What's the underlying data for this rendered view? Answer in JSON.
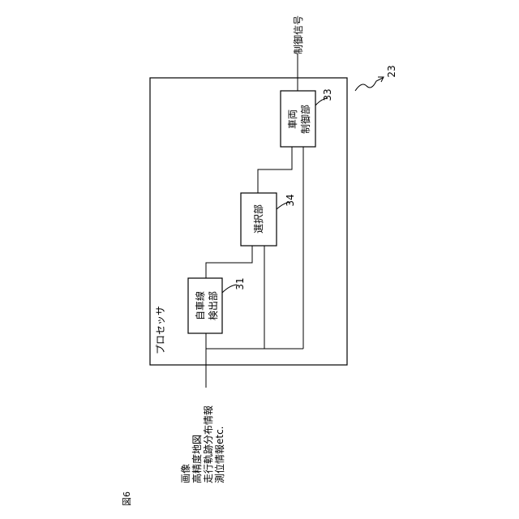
{
  "figure": {
    "label": "図6"
  },
  "processor": {
    "ref": "23",
    "label": "プロセッサ"
  },
  "blocks": {
    "lane_detect": {
      "ref": "31",
      "line1": "自車線",
      "line2": "検出部"
    },
    "selector": {
      "ref": "34",
      "line1": "選択部"
    },
    "vehicle_control": {
      "ref": "33",
      "line1": "車両",
      "line2": "制御部"
    }
  },
  "io": {
    "output": "制御信号",
    "inputs": [
      "画像",
      "高精度地図",
      "走行軌跡分布情報",
      "測位情報etc."
    ]
  }
}
